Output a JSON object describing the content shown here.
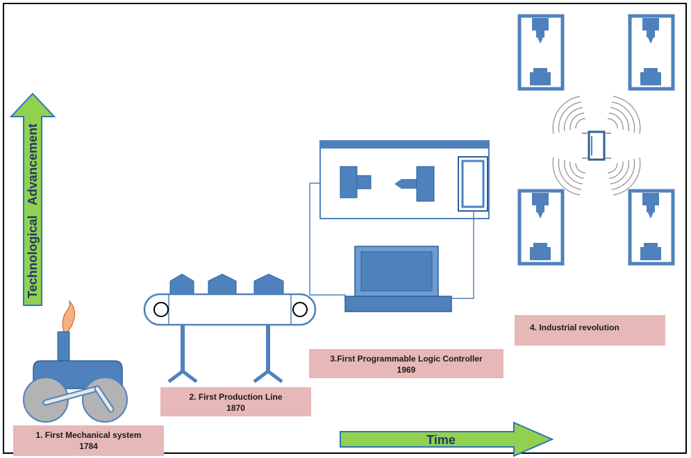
{
  "axis": {
    "vertical_label": "Technological   Advancement",
    "horizontal_label": "Time"
  },
  "stages": [
    {
      "title": "1. First Mechanical system",
      "year": "1784"
    },
    {
      "title": "2. First Production Line",
      "year": "1870"
    },
    {
      "title": "3.First Programmable Logic Controller",
      "year": "1969"
    },
    {
      "title": "4. Industrial revolution",
      "year": ""
    }
  ],
  "colors": {
    "machine_blue": "#4f81bd",
    "machine_outline": "#2e5f99",
    "arrow_green": "#92d050",
    "arrow_outline": "#2e75b6",
    "label_bg": "#e6b8b7",
    "wheel_gray": "#b3b3b3",
    "flame": "#f4b183"
  }
}
